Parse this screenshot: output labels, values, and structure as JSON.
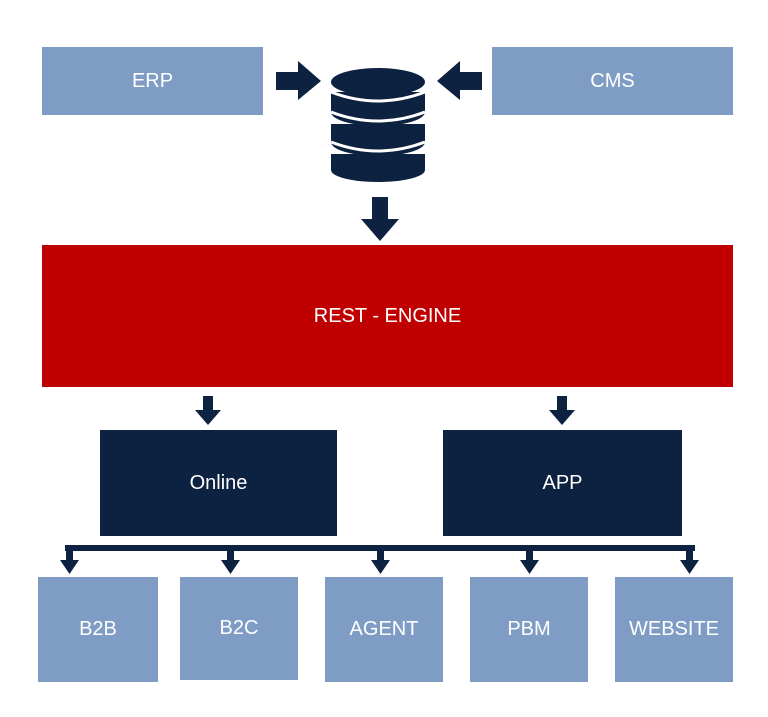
{
  "top": {
    "erp_label": "ERP",
    "cms_label": "CMS"
  },
  "engine": {
    "label": "REST - ENGINE"
  },
  "channels": {
    "online_label": "Online",
    "app_label": "APP"
  },
  "targets": {
    "b2b_label": "B2B",
    "b2c_label": "B2C",
    "agent_label": "AGENT",
    "pbm_label": "PBM",
    "website_label": "WEBSITE"
  },
  "icons": {
    "database": "database-icon",
    "arrow": "arrow-icon"
  },
  "colors": {
    "light_box": "#7f9cc4",
    "dark_box": "#0d2240",
    "engine": "#c00000",
    "arrow": "#0d2240"
  }
}
